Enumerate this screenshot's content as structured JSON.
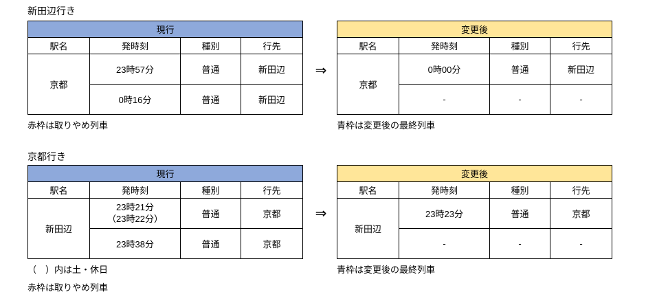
{
  "colors": {
    "current_header": "#8EA9DB",
    "changed_header": "#FFE699",
    "red_frame": "#FF0000",
    "blue_frame": "#2E75B6"
  },
  "arrow": "⇒",
  "sections": [
    {
      "title": "新田辺行き",
      "current": {
        "header": "現行",
        "columns": [
          "駅名",
          "発時刻",
          "種別",
          "行先"
        ],
        "station": "京都",
        "rows": [
          {
            "time": "23時57分",
            "type": "普通",
            "dest": "新田辺"
          },
          {
            "time": "0時16分",
            "type": "普通",
            "dest": "新田辺"
          }
        ],
        "note": "赤枠は取りやめ列車"
      },
      "changed": {
        "header": "変更後",
        "columns": [
          "駅名",
          "発時刻",
          "種別",
          "行先"
        ],
        "station": "京都",
        "rows": [
          {
            "time": "0時00分",
            "type": "普通",
            "dest": "新田辺"
          },
          {
            "time": "-",
            "type": "-",
            "dest": "-"
          }
        ],
        "note": "青枠は変更後の最終列車"
      }
    },
    {
      "title": "京都行き",
      "current": {
        "header": "現行",
        "columns": [
          "駅名",
          "発時刻",
          "種別",
          "行先"
        ],
        "station": "新田辺",
        "rows": [
          {
            "time": "23時21分",
            "time2": "（23時22分）",
            "type": "普通",
            "dest": "京都"
          },
          {
            "time": "23時38分",
            "type": "普通",
            "dest": "京都"
          }
        ],
        "notes": [
          "（　）内は土・休日",
          "赤枠は取りやめ列車"
        ]
      },
      "changed": {
        "header": "変更後",
        "columns": [
          "駅名",
          "発時刻",
          "種別",
          "行先"
        ],
        "station": "新田辺",
        "rows": [
          {
            "time": "23時23分",
            "type": "普通",
            "dest": "京都"
          },
          {
            "time": "-",
            "type": "-",
            "dest": "-"
          }
        ],
        "note": "青枠は変更後の最終列車"
      }
    }
  ]
}
